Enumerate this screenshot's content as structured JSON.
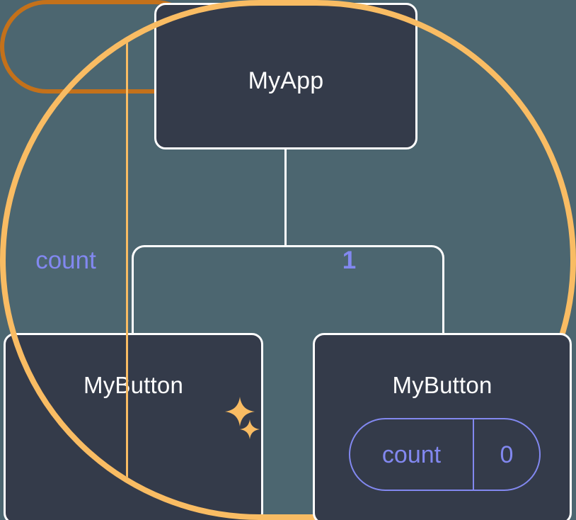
{
  "diagram": {
    "type": "component-tree",
    "background_color": "#4c6670",
    "node_fill_color": "#343b4a",
    "node_border_color": "#ffffff",
    "connector_color": "#ffffff",
    "state_accent_color": "#8288f0",
    "highlight_outer_color": "#c4711a",
    "highlight_inner_color": "#f9bc63",
    "root": {
      "label": "MyApp"
    },
    "children": [
      {
        "label": "MyButton",
        "state": {
          "key": "count",
          "value": "1"
        },
        "highlighted": true
      },
      {
        "label": "MyButton",
        "state": {
          "key": "count",
          "value": "0"
        },
        "highlighted": false
      }
    ],
    "icons": {
      "sparkle_large": "sparkle-icon",
      "sparkle_small": "sparkle-icon"
    }
  }
}
